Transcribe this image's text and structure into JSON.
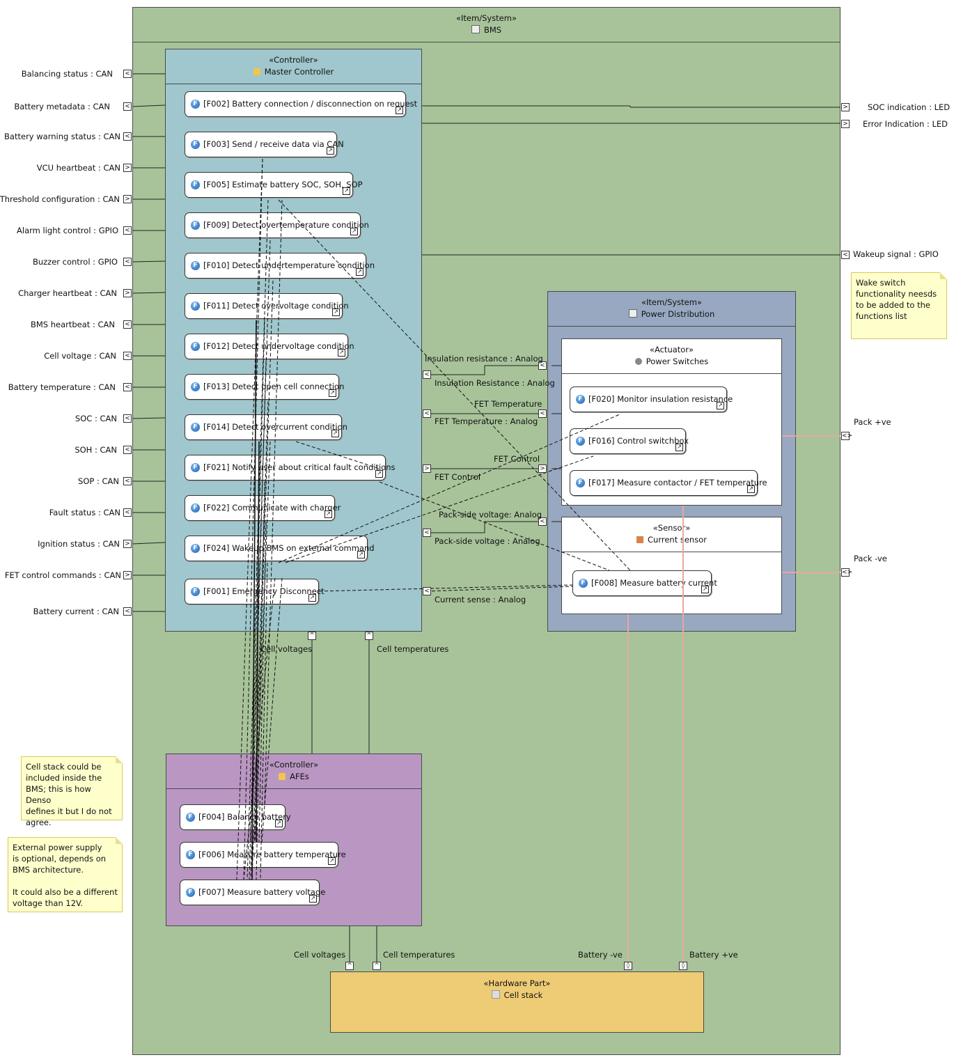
{
  "bms": {
    "stereotype": "«Item/System»",
    "name": "BMS"
  },
  "master": {
    "stereotype": "«Controller»",
    "name": "Master Controller"
  },
  "functions": [
    {
      "id": "F002",
      "label": "[F002] Battery connection / disconnection on request"
    },
    {
      "id": "F003",
      "label": "[F003] Send / receive data via CAN"
    },
    {
      "id": "F005",
      "label": "[F005] Estimate battery SOC, SOH, SOP"
    },
    {
      "id": "F009",
      "label": "[F009] Detect overtemperature condition"
    },
    {
      "id": "F010",
      "label": "[F010] Detect undertemperature condition"
    },
    {
      "id": "F011",
      "label": "[F011] Detect overvoltage condition"
    },
    {
      "id": "F012",
      "label": "[F012] Detect undervoltage condition"
    },
    {
      "id": "F013",
      "label": "[F013] Detect open cell connection"
    },
    {
      "id": "F014",
      "label": "[F014] Detect overcurrent condition"
    },
    {
      "id": "F021",
      "label": "[F021] Notify user about critical fault conditions"
    },
    {
      "id": "F022",
      "label": "[F022] Communicate with charger"
    },
    {
      "id": "F024",
      "label": "[F024] Wakeup BMS on external command"
    },
    {
      "id": "F001",
      "label": "[F001] Emergency Disconnect"
    }
  ],
  "left_ports": [
    "Balancing status : CAN",
    "Battery metadata : CAN",
    "Battery warning status : CAN",
    "VCU heartbeat : CAN",
    "Threshold configuration : CAN",
    "Alarm light control : GPIO",
    "Buzzer control : GPIO",
    "Charger heartbeat : CAN",
    "BMS heartbeat : CAN",
    "Cell voltage : CAN",
    "Battery temperature : CAN",
    "SOC : CAN",
    "SOH : CAN",
    "SOP : CAN",
    "Fault status : CAN",
    "Ignition status : CAN",
    "FET control commands : CAN",
    "Battery current : CAN"
  ],
  "right_ports": {
    "soc": "SOC indication : LED",
    "error": "Error Indication : LED",
    "wakeup": "Wakeup signal : GPIO",
    "pack_pos": "Pack +ve",
    "pack_neg": "Pack -ve"
  },
  "power": {
    "stereotype": "«Item/System»",
    "name": "Power Distribution"
  },
  "switches": {
    "stereotype": "«Actuator»",
    "name": "Power Switches",
    "functions": [
      "[F020] Monitor insulation resistance",
      "[F016] Control switchbox",
      "[F017] Measure contactor / FET temperature"
    ]
  },
  "sensor": {
    "stereotype": "«Sensor»",
    "name": "Current sensor",
    "functions": [
      "[F008] Measure battery current"
    ]
  },
  "afes": {
    "stereotype": "«Controller»",
    "name": "AFEs",
    "functions": [
      "[F004] Balance battery",
      "[F006] Measure battery temperature",
      "[F007] Measure battery voltage"
    ]
  },
  "cellstack": {
    "stereotype": "«Hardware Part»",
    "name": "Cell stack"
  },
  "connectors": {
    "insulation_out": "Insulation resistance : Analog",
    "insulation_in": "Insulation Resistance : Analog",
    "fet_temp_out": "FET Temperature",
    "fet_temp_in": "FET Temperature : Analog",
    "fet_ctrl_out": "FET Control",
    "fet_ctrl_in": "FET Control",
    "pack_side_out": "Pack-side voltage: Analog",
    "pack_side_in": "Pack-side voltage : Analog",
    "current_sense": "Current sense : Analog",
    "cell_voltages_top": "Cell voltages",
    "cell_temps_top": "Cell temperatures",
    "cell_voltages_bot": "Cell voltages",
    "cell_temps_bot": "Cell temperatures",
    "battery_neg": "Battery -ve",
    "battery_pos": "Battery +ve"
  },
  "notes": {
    "wake": "Wake switch\nfunctionality neesds\nto be added to the\nfunctions list",
    "cellstack": "Cell stack could be\nincluded inside the\nBMS; this is how Denso\ndefines it but I do not\nagree.",
    "power": "External power supply\nis optional, depends on\nBMS architecture.\n\nIt could also be a different\nvoltage than 12V."
  },
  "colors": {
    "bms_bg": "#a8c39a",
    "master_bg": "#9fc7cd",
    "power_bg": "#97a8c0",
    "afe_bg": "#b997c2",
    "cell_bg": "#eecb75",
    "note_bg": "#ffffcc",
    "power_line": "#e8a8a0"
  }
}
